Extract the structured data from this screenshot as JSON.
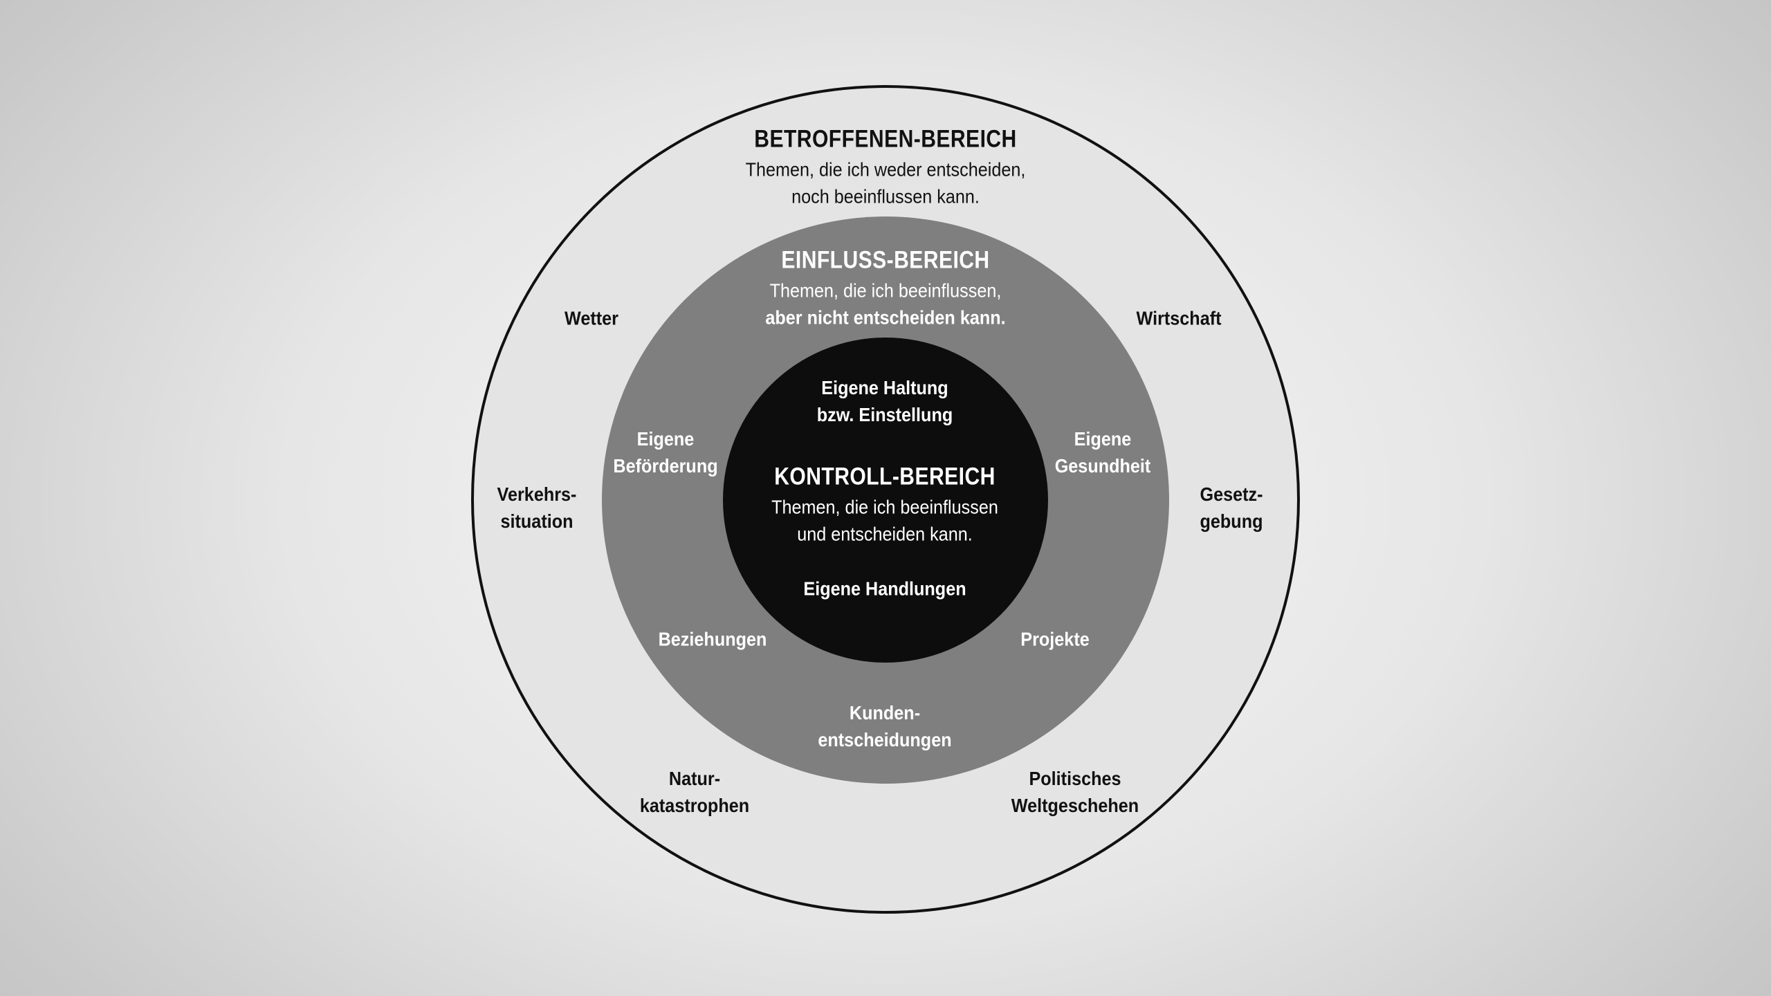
{
  "colors": {
    "outer_fill": "#e4e4e4",
    "outer_stroke": "#111111",
    "middle_fill": "#7f7f7f",
    "inner_fill": "#0d0d0d",
    "dark_text": "#111111",
    "light_text": "#ffffff"
  },
  "outer": {
    "title": "BETROFFENEN-BEREICH",
    "desc_line1": "Themen, die ich weder entscheiden,",
    "desc_line2": "noch beeinflussen kann.",
    "items": {
      "wetter": "Wetter",
      "wirtschaft": "Wirtschaft",
      "verkehr_line1": "Verkehrs-",
      "verkehr_line2": "situation",
      "gesetz_line1": "Gesetz-",
      "gesetz_line2": "gebung",
      "natur_line1": "Natur-",
      "natur_line2": "katastrophen",
      "politik_line1": "Politisches",
      "politik_line2": "Weltgeschehen"
    }
  },
  "middle": {
    "title": "EINFLUSS-BEREICH",
    "desc_line1": "Themen, die ich beeinflussen,",
    "desc_line2": "aber nicht entscheiden kann.",
    "items": {
      "befoerderung_line1": "Eigene",
      "befoerderung_line2": "Beförderung",
      "gesundheit_line1": "Eigene",
      "gesundheit_line2": "Gesundheit",
      "beziehungen": "Beziehungen",
      "projekte": "Projekte",
      "kunden_line1": "Kunden-",
      "kunden_line2": "entscheidungen"
    }
  },
  "inner": {
    "title": "KONTROLL-BEREICH",
    "desc_line1": "Themen, die ich beeinflussen",
    "desc_line2": "und entscheiden kann.",
    "items": {
      "haltung_line1": "Eigene Haltung",
      "haltung_line2": "bzw. Einstellung",
      "handlungen": "Eigene Handlungen"
    }
  }
}
